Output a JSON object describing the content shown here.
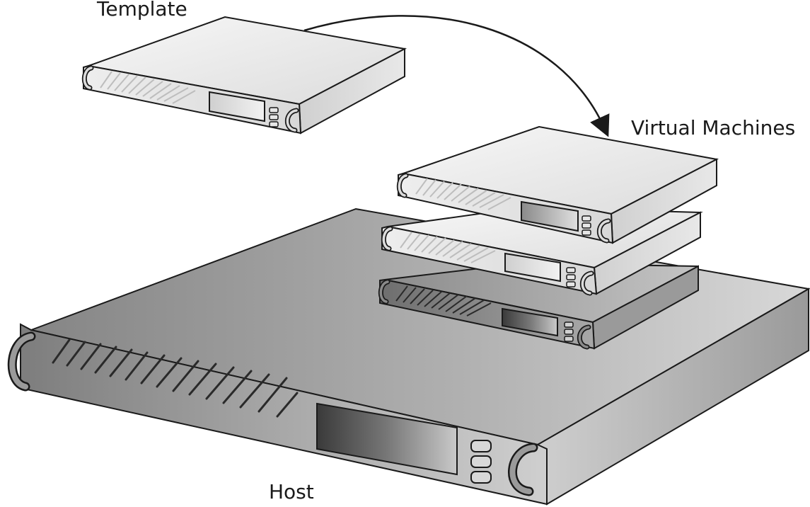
{
  "labels": {
    "template": "Template",
    "virtual_machines": "Virtual Machines",
    "host": "Host"
  },
  "colors": {
    "line": "#1a1a1a",
    "light_top": "#efefef",
    "light_front": "#e4e4e4",
    "dark_top": "#9a9a9a",
    "dark_front": "#7a7a7a",
    "host_top": "#a8a8a8",
    "host_front": "#9c9c9c"
  },
  "icons": {
    "arrow": "curved-arrow-icon",
    "handle": "rack-handle-icon"
  }
}
